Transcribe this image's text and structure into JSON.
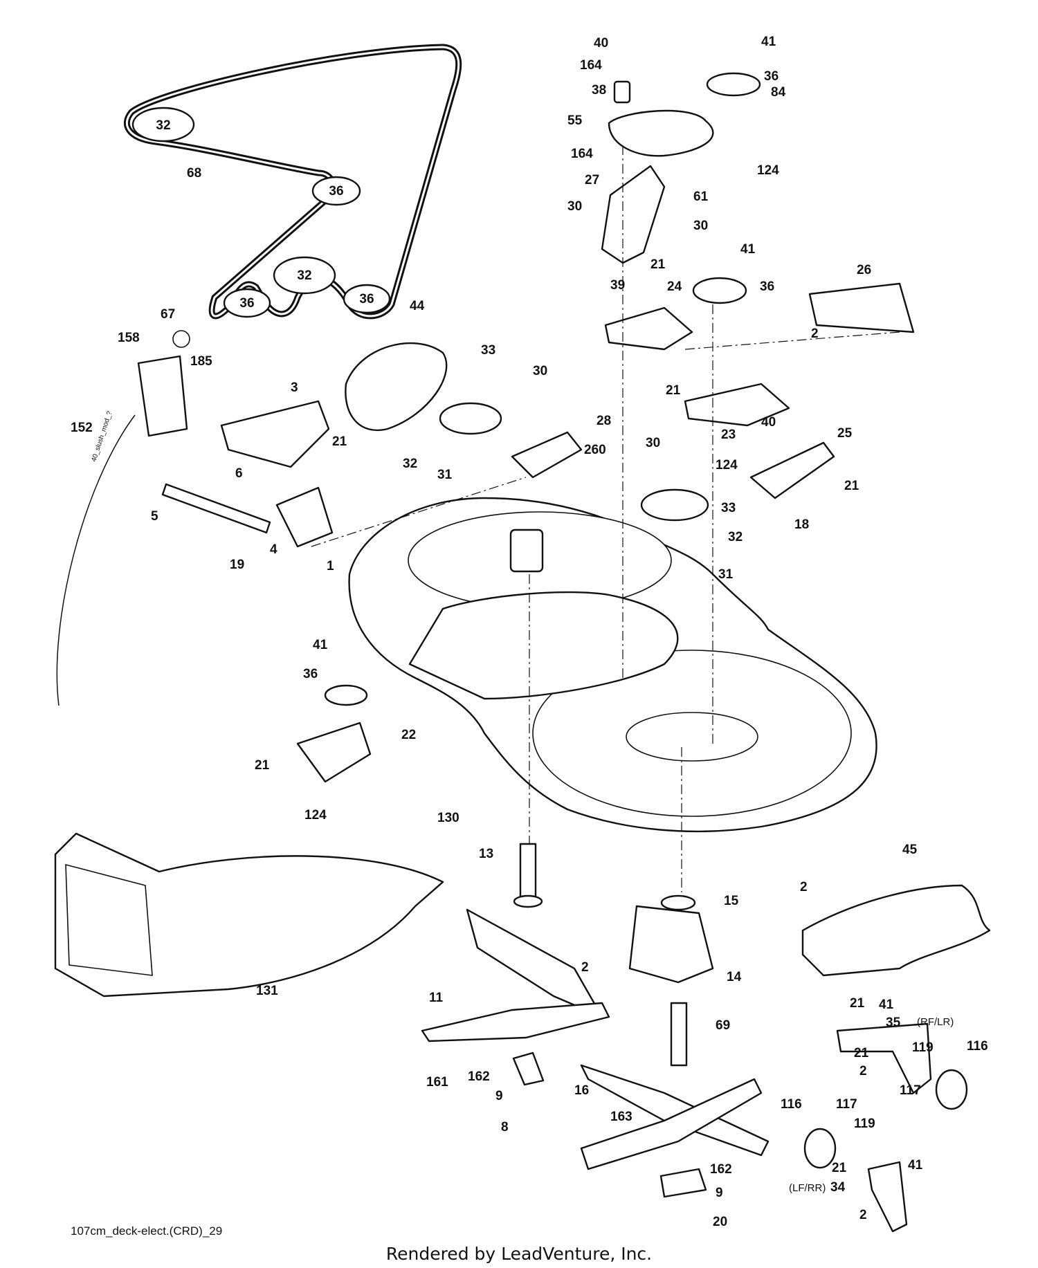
{
  "diagram_code": "107cm_deck-elect.(CRD)_29",
  "footer": "Rendered by LeadVenture, Inc.",
  "side_notes": {
    "right_front": "(RF/LR)",
    "left_front": "(LF/RR)"
  },
  "cable_text": "40_slush_mod_?",
  "callouts": [
    {
      "id": "40a",
      "text": "40"
    },
    {
      "id": "164a",
      "text": "164"
    },
    {
      "id": "38",
      "text": "38"
    },
    {
      "id": "55",
      "text": "55"
    },
    {
      "id": "164b",
      "text": "164"
    },
    {
      "id": "41a",
      "text": "41"
    },
    {
      "id": "36a",
      "text": "36"
    },
    {
      "id": "84",
      "text": "84"
    },
    {
      "id": "124a",
      "text": "124"
    },
    {
      "id": "27",
      "text": "27"
    },
    {
      "id": "61",
      "text": "61"
    },
    {
      "id": "30a",
      "text": "30"
    },
    {
      "id": "30b",
      "text": "30"
    },
    {
      "id": "41b",
      "text": "41"
    },
    {
      "id": "21a",
      "text": "21"
    },
    {
      "id": "39",
      "text": "39"
    },
    {
      "id": "24",
      "text": "24"
    },
    {
      "id": "36b",
      "text": "36"
    },
    {
      "id": "26",
      "text": "26"
    },
    {
      "id": "2a",
      "text": "2"
    },
    {
      "id": "68",
      "text": "68"
    },
    {
      "id": "67",
      "text": "67"
    },
    {
      "id": "158",
      "text": "158"
    },
    {
      "id": "185",
      "text": "185"
    },
    {
      "id": "44",
      "text": "44"
    },
    {
      "id": "33a",
      "text": "33"
    },
    {
      "id": "30c",
      "text": "30"
    },
    {
      "id": "3",
      "text": "3"
    },
    {
      "id": "21b",
      "text": "21"
    },
    {
      "id": "28",
      "text": "28"
    },
    {
      "id": "152",
      "text": "152"
    },
    {
      "id": "21c",
      "text": "21"
    },
    {
      "id": "6",
      "text": "6"
    },
    {
      "id": "32a",
      "text": "32"
    },
    {
      "id": "31a",
      "text": "31"
    },
    {
      "id": "260",
      "text": "260"
    },
    {
      "id": "23",
      "text": "23"
    },
    {
      "id": "40b",
      "text": "40"
    },
    {
      "id": "25",
      "text": "25"
    },
    {
      "id": "30d",
      "text": "30"
    },
    {
      "id": "124b",
      "text": "124"
    },
    {
      "id": "21d",
      "text": "21"
    },
    {
      "id": "5",
      "text": "5"
    },
    {
      "id": "4",
      "text": "4"
    },
    {
      "id": "19",
      "text": "19"
    },
    {
      "id": "33b",
      "text": "33"
    },
    {
      "id": "32b",
      "text": "32"
    },
    {
      "id": "18",
      "text": "18"
    },
    {
      "id": "31b",
      "text": "31"
    },
    {
      "id": "1",
      "text": "1"
    },
    {
      "id": "41c",
      "text": "41"
    },
    {
      "id": "36c",
      "text": "36"
    },
    {
      "id": "22",
      "text": "22"
    },
    {
      "id": "21e",
      "text": "21"
    },
    {
      "id": "124c",
      "text": "124"
    },
    {
      "id": "130",
      "text": "130"
    },
    {
      "id": "13",
      "text": "13"
    },
    {
      "id": "45",
      "text": "45"
    },
    {
      "id": "2b",
      "text": "2"
    },
    {
      "id": "15",
      "text": "15"
    },
    {
      "id": "2c",
      "text": "2"
    },
    {
      "id": "14",
      "text": "14"
    },
    {
      "id": "131",
      "text": "131"
    },
    {
      "id": "11",
      "text": "11"
    },
    {
      "id": "69",
      "text": "69"
    },
    {
      "id": "21f",
      "text": "21"
    },
    {
      "id": "41d",
      "text": "41"
    },
    {
      "id": "35",
      "text": "35"
    },
    {
      "id": "21g",
      "text": "21"
    },
    {
      "id": "119a",
      "text": "119"
    },
    {
      "id": "116a",
      "text": "116"
    },
    {
      "id": "2d",
      "text": "2"
    },
    {
      "id": "117a",
      "text": "117"
    },
    {
      "id": "161",
      "text": "161"
    },
    {
      "id": "162a",
      "text": "162"
    },
    {
      "id": "16",
      "text": "16"
    },
    {
      "id": "9a",
      "text": "9"
    },
    {
      "id": "8",
      "text": "8"
    },
    {
      "id": "116b",
      "text": "116"
    },
    {
      "id": "117b",
      "text": "117"
    },
    {
      "id": "119b",
      "text": "119"
    },
    {
      "id": "163",
      "text": "163"
    },
    {
      "id": "21h",
      "text": "21"
    },
    {
      "id": "41e",
      "text": "41"
    },
    {
      "id": "34",
      "text": "34"
    },
    {
      "id": "162b",
      "text": "162"
    },
    {
      "id": "9b",
      "text": "9"
    },
    {
      "id": "2e",
      "text": "2"
    },
    {
      "id": "20",
      "text": "20"
    }
  ],
  "belt_pulley_labels": [
    {
      "id": "p32a",
      "text": "32"
    },
    {
      "id": "p36a",
      "text": "36"
    },
    {
      "id": "p32b",
      "text": "32"
    },
    {
      "id": "p36b",
      "text": "36"
    },
    {
      "id": "p36c",
      "text": "36"
    }
  ]
}
